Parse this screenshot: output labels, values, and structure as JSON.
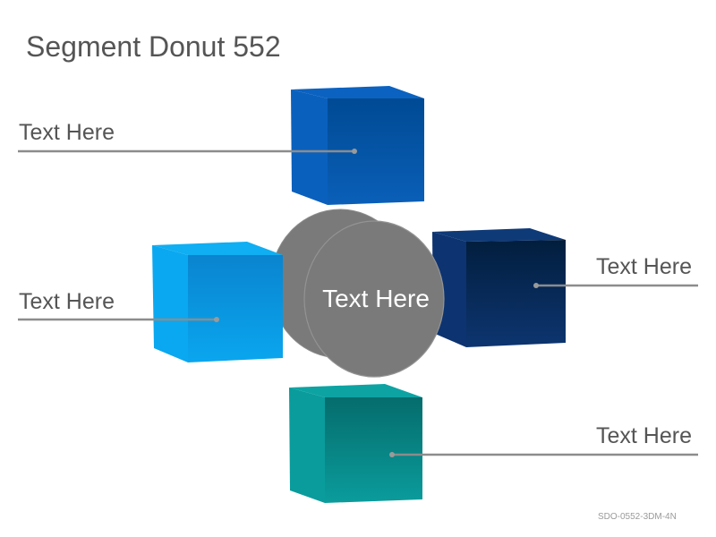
{
  "title": "Segment Donut 552",
  "center": {
    "label": "Text Here",
    "color": "#7a7a7a"
  },
  "segments": [
    {
      "label": "Text Here",
      "color": "#0a5db8"
    },
    {
      "label": "Text Here",
      "color": "#0d2f66"
    },
    {
      "label": "Text Here",
      "color": "#0ca4ec"
    },
    {
      "label": "Text Here",
      "color": "#0a9a9b"
    }
  ],
  "footer_code": "SDO-0552-3DM-4N"
}
